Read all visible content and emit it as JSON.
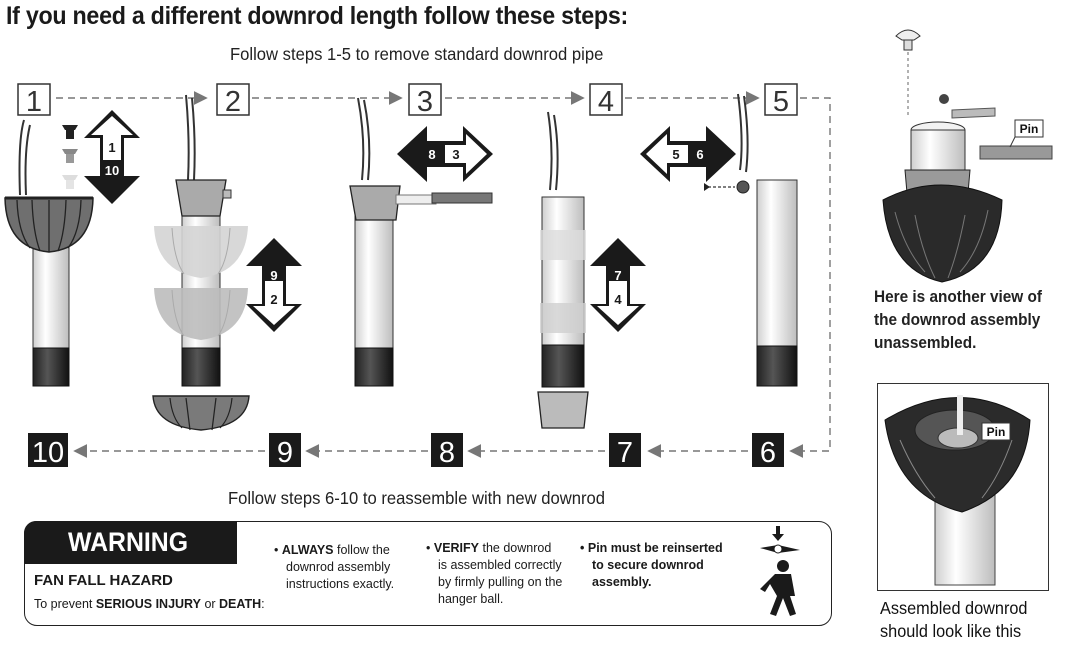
{
  "title": "If you need a different downrod length follow these steps:",
  "subtitle_top": "Follow steps 1-5 to remove standard downrod pipe",
  "subtitle_bottom": "Follow steps 6-10 to reassemble with new downrod",
  "steps_top": [
    "1",
    "2",
    "3",
    "4",
    "5"
  ],
  "steps_bottom": [
    "10",
    "9",
    "8",
    "7",
    "6"
  ],
  "arrows": {
    "a1": [
      "1",
      "10"
    ],
    "a2": [
      "9",
      "2"
    ],
    "a3": [
      "8",
      "3"
    ],
    "a4": [
      "7",
      "4"
    ],
    "a5": [
      "5",
      "6"
    ]
  },
  "pin_label_1": "Pin",
  "pin_label_2": "Pin",
  "caption_top": [
    "Here is another view of",
    "the downrod assembly",
    "unassembled."
  ],
  "caption_bottom": [
    "Assembled downrod",
    "should look like this"
  ],
  "warning": {
    "title": "WARNING",
    "hazard": "FAN FALL HAZARD",
    "prevent_prefix": "To prevent ",
    "prevent_bold1": "SERIOUS INJURY",
    "prevent_mid": " or ",
    "prevent_bold2": "DEATH",
    "prevent_suffix": ":",
    "b1_bold": "ALWAYS",
    "b1_rest1": " follow the",
    "b1_line2": "downrod assembly",
    "b1_line3": "instructions exactly.",
    "b2_bold": "VERIFY",
    "b2_rest1": " the downrod",
    "b2_line2": "is assembled correctly",
    "b2_line3": "by firmly pulling on the",
    "b2_line4": "hanger ball.",
    "b3_line1": "Pin must be reinserted",
    "b3_line2": "to secure downrod",
    "b3_line3": "assembly."
  },
  "colors": {
    "ink": "#1a1a1a",
    "canopy_gray": "#7a7a7a",
    "faded_gray": "#c8c8c8",
    "pipe_white": "#f4f4f4"
  }
}
